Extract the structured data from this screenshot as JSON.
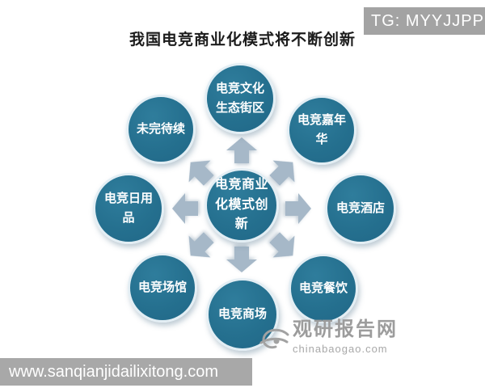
{
  "header": {
    "tg_label": "TG: MYYJJPP"
  },
  "title": "我国电竞商业化模式将不断创新",
  "diagram": {
    "center": {
      "label": "电竞商业化模式创新"
    },
    "nodes": [
      {
        "id": "top",
        "label": "电竞文化生态街区"
      },
      {
        "id": "top-right",
        "label": "电竞嘉年华"
      },
      {
        "id": "right",
        "label": "电竞酒店"
      },
      {
        "id": "bottom-right",
        "label": "电竞餐饮"
      },
      {
        "id": "bottom",
        "label": "电竞商场"
      },
      {
        "id": "bottom-left",
        "label": "电竞场馆"
      },
      {
        "id": "left",
        "label": "电竞日用品"
      },
      {
        "id": "top-left",
        "label": "未完待续"
      }
    ],
    "node_color": "#25708f",
    "arrow_color": "#a6b8c8"
  },
  "watermark": {
    "name": "观研报告网",
    "domain": "chinabaogao.com"
  },
  "footer": {
    "url": "www.sanqianjidailixitong.com"
  }
}
